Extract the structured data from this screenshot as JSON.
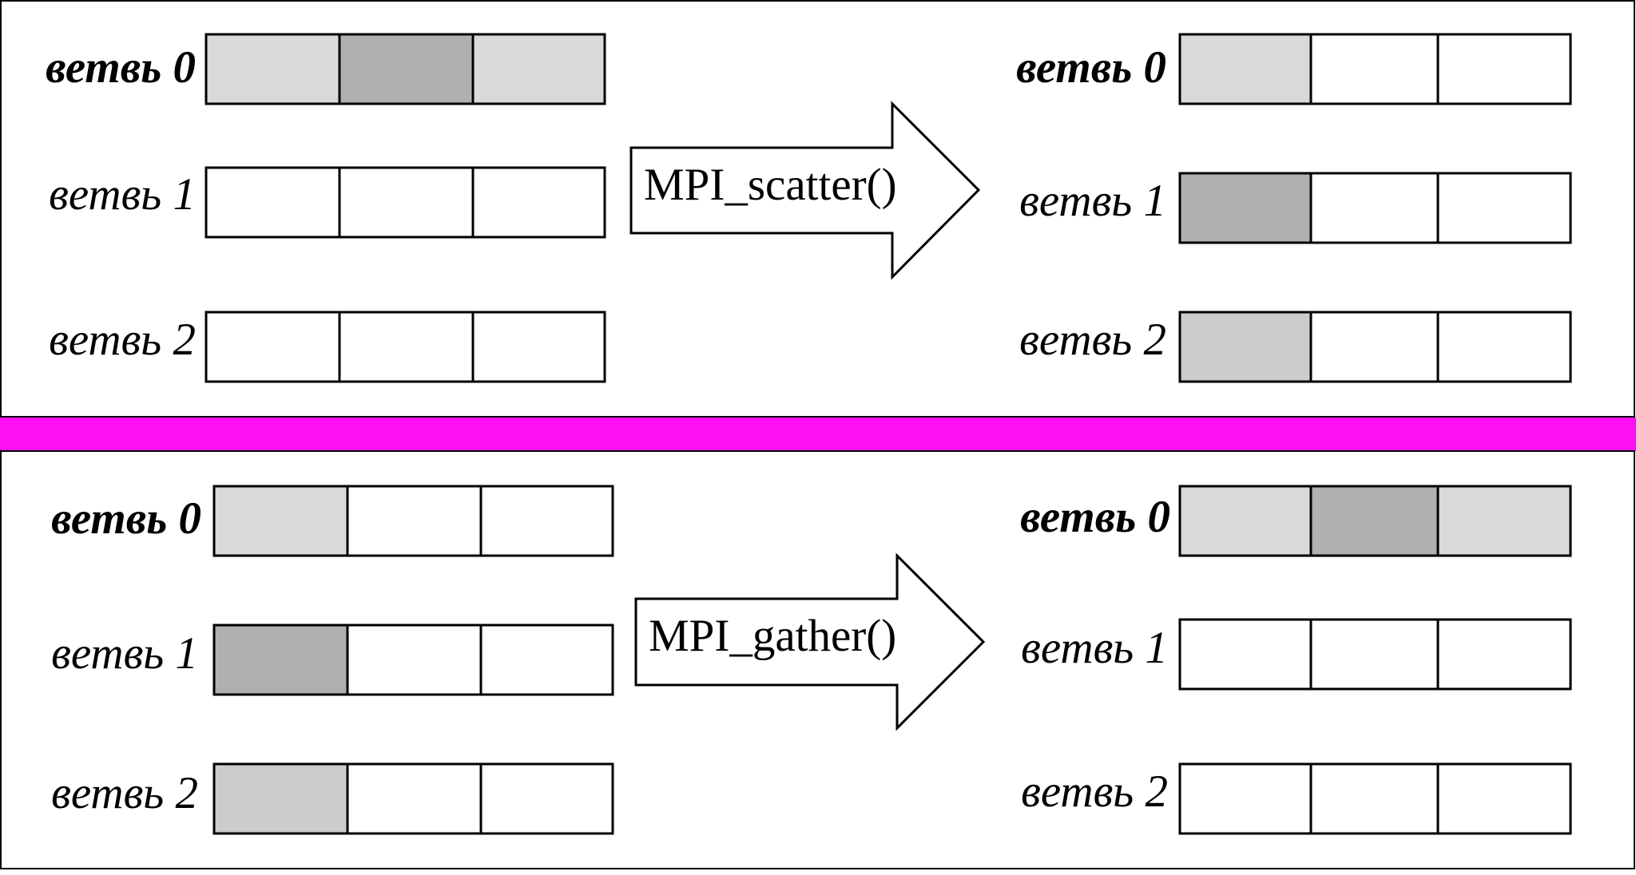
{
  "colors": {
    "divider": "#ff10f0",
    "light": "#d9d9d9",
    "dark": "#b0b0b0",
    "mid": "#cccccc",
    "empty": "#ffffff",
    "stroke": "#000000"
  },
  "panels": [
    {
      "id": "scatter",
      "operation": "MPI_scatter()",
      "before": [
        {
          "label": "ветвь 0",
          "bold": true,
          "cells": [
            "light",
            "dark",
            "light"
          ]
        },
        {
          "label": "ветвь 1",
          "bold": false,
          "cells": [
            "empty",
            "empty",
            "empty"
          ]
        },
        {
          "label": "ветвь 2",
          "bold": false,
          "cells": [
            "empty",
            "empty",
            "empty"
          ]
        }
      ],
      "after": [
        {
          "label": "ветвь 0",
          "bold": true,
          "cells": [
            "light",
            "empty",
            "empty"
          ]
        },
        {
          "label": "ветвь 1",
          "bold": false,
          "cells": [
            "dark",
            "empty",
            "empty"
          ]
        },
        {
          "label": "ветвь 2",
          "bold": false,
          "cells": [
            "mid",
            "empty",
            "empty"
          ]
        }
      ]
    },
    {
      "id": "gather",
      "operation": "MPI_gather()",
      "before": [
        {
          "label": "ветвь 0",
          "bold": true,
          "cells": [
            "light",
            "empty",
            "empty"
          ]
        },
        {
          "label": "ветвь 1",
          "bold": false,
          "cells": [
            "dark",
            "empty",
            "empty"
          ]
        },
        {
          "label": "ветвь 2",
          "bold": false,
          "cells": [
            "mid",
            "empty",
            "empty"
          ]
        }
      ],
      "after": [
        {
          "label": "ветвь 0",
          "bold": true,
          "cells": [
            "light",
            "dark",
            "light"
          ]
        },
        {
          "label": "ветвь 1",
          "bold": false,
          "cells": [
            "empty",
            "empty",
            "empty"
          ]
        },
        {
          "label": "ветвь 2",
          "bold": false,
          "cells": [
            "empty",
            "empty",
            "empty"
          ]
        }
      ]
    }
  ]
}
